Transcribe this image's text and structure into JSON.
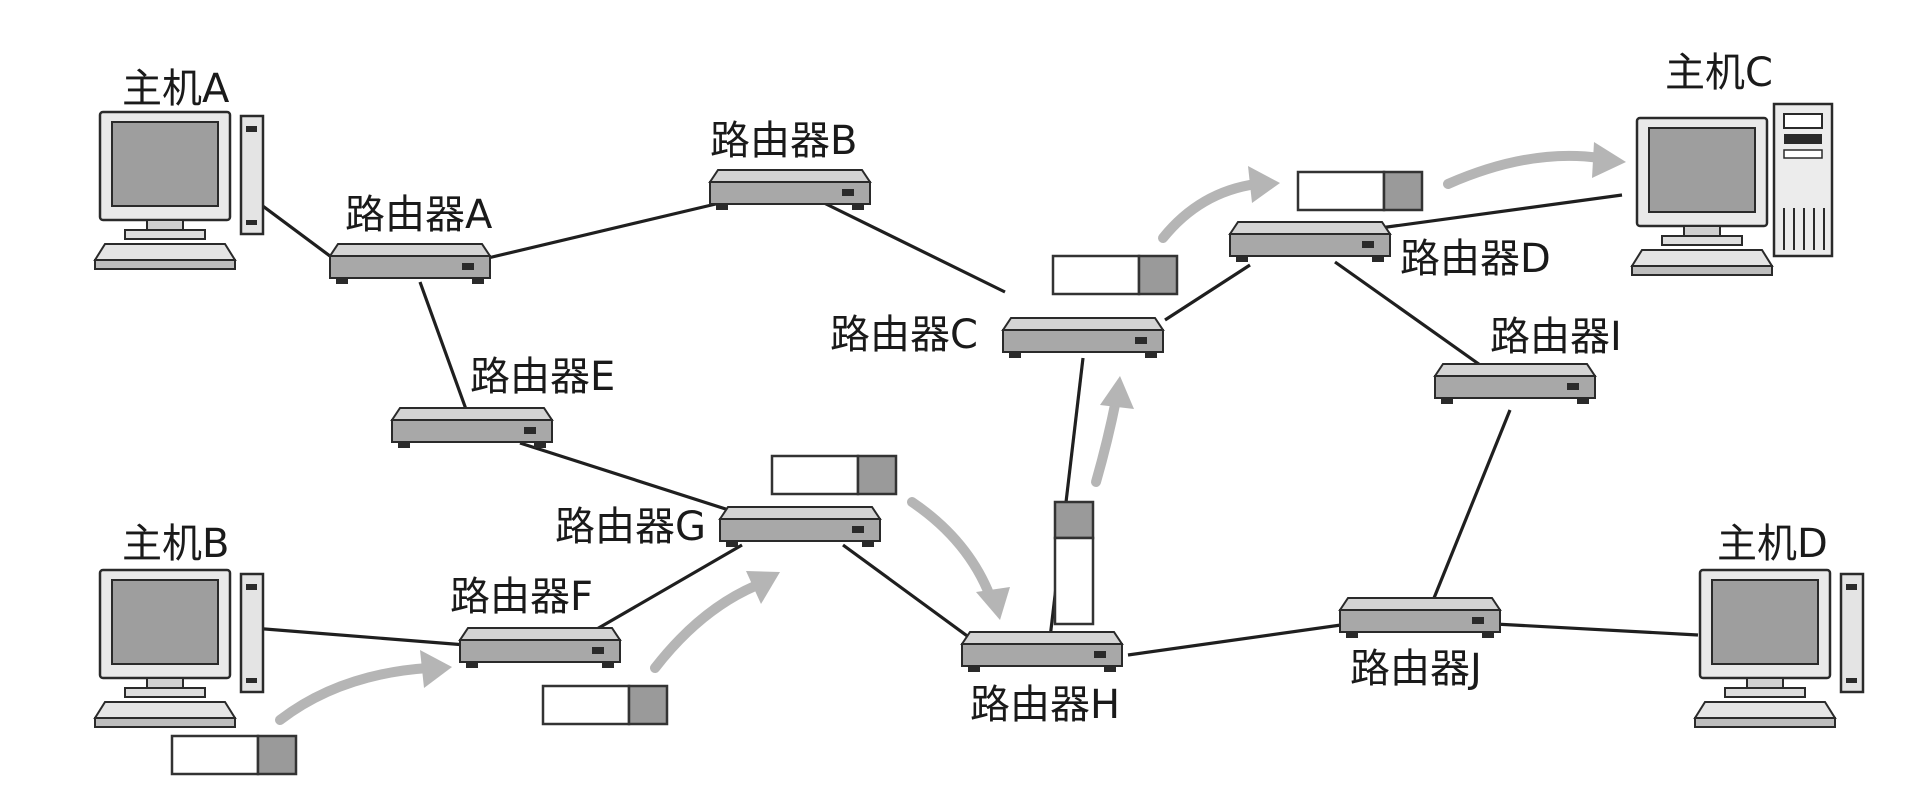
{
  "hosts": {
    "a": "主机A",
    "b": "主机B",
    "c": "主机C",
    "d": "主机D"
  },
  "routers": {
    "a": "路由器A",
    "b": "路由器B",
    "c": "路由器C",
    "d": "路由器D",
    "e": "路由器E",
    "f": "路由器F",
    "g": "路由器G",
    "h": "路由器H",
    "i": "路由器I",
    "j": "路由器J"
  }
}
